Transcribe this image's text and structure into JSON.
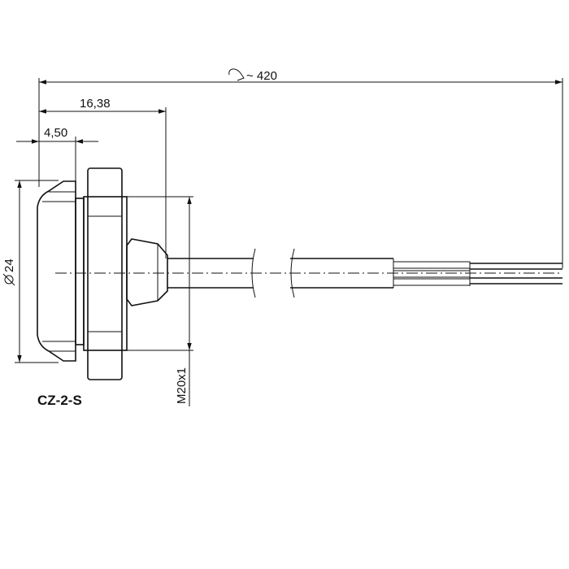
{
  "dimensions": {
    "total_length": "~ 420",
    "length_body": "16,38",
    "length_head": "4,50",
    "diameter": "24",
    "thread": "M20x1"
  },
  "model": "CZ-2-S",
  "icons": {
    "diameter_symbol": "diameter-symbol-icon",
    "length_symbol": "length-symbol-icon"
  }
}
